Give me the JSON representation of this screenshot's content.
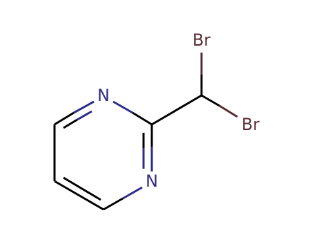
{
  "molecule": {
    "atoms": [
      {
        "id": "N1",
        "label": "N",
        "color": "#2e2a87"
      },
      {
        "id": "N2",
        "label": "N",
        "color": "#2e2a87"
      },
      {
        "id": "Br1",
        "label": "Br",
        "color": "#5a2a32"
      },
      {
        "id": "Br2",
        "label": "Br",
        "color": "#5a2a32"
      }
    ]
  },
  "colors": {
    "bond": "#000000",
    "nitrogen": "#2e2a87",
    "bromine": "#5a2a32",
    "background": "#ffffff"
  }
}
